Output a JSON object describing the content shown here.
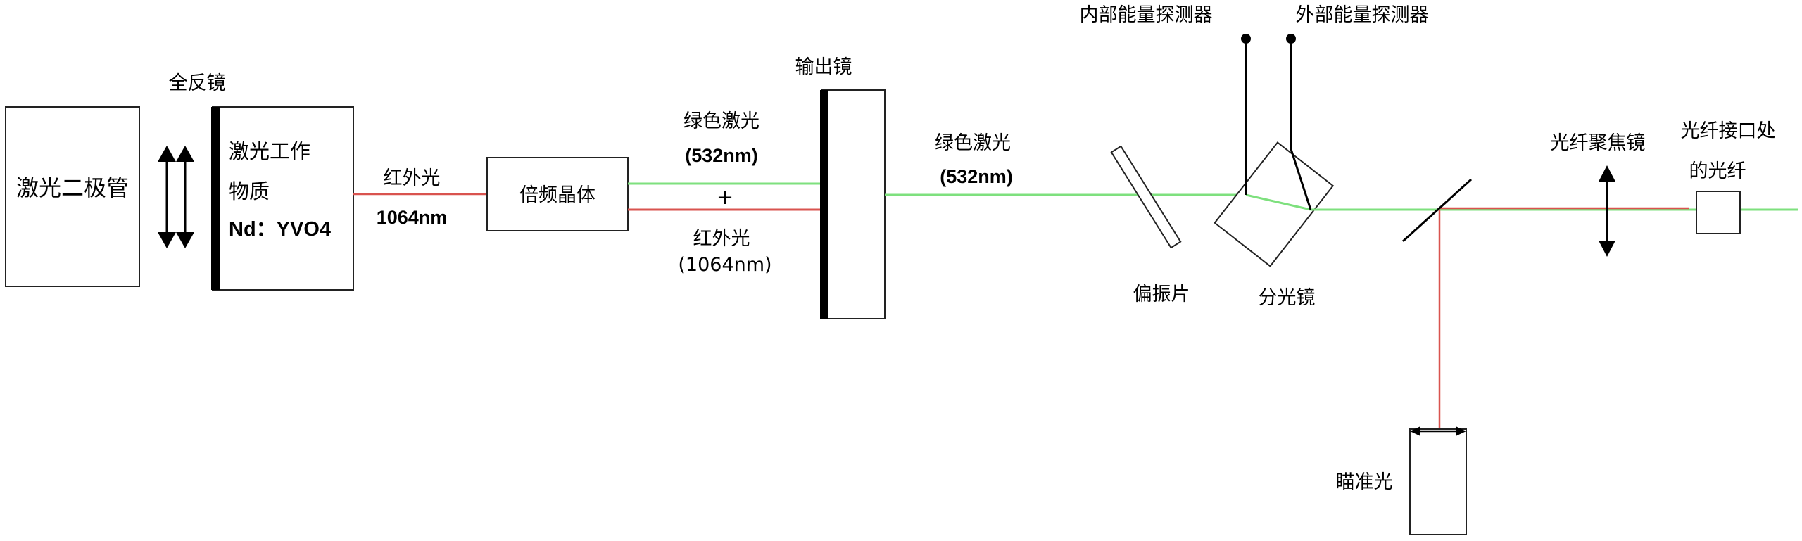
{
  "colors": {
    "green_beam": "#7ee07e",
    "red_beam": "#d9534f",
    "stroke": "#222222",
    "mirror": "#000000"
  },
  "labels": {
    "laser_diode": "激光二极管",
    "full_mirror": "全反镜",
    "gain_medium_line1": "激光工作",
    "gain_medium_line2": "物质",
    "gain_medium_line3": "Nd：YVO4",
    "infrared": "红外光",
    "infrared_wavelength": "1064nm",
    "doubling_crystal": "倍频晶体",
    "green_laser": "绿色激光",
    "green_wavelength": "(532nm)",
    "plus": "+",
    "infrared_2": "红外光",
    "infrared_wavelength_2": "(1064nm)",
    "output_mirror": "输出镜",
    "green_laser_2": "绿色激光",
    "green_wavelength_2": "(532nm)",
    "polarizer": "偏振片",
    "beam_splitter": "分光镜",
    "internal_detector": "内部能量探测器",
    "external_detector": "外部能量探测器",
    "aiming_light": "瞄准光",
    "fiber_focus_lens": "光纤聚焦镜",
    "fiber_interface_line1": "光纤接口处",
    "fiber_interface_line2": "的光纤"
  }
}
